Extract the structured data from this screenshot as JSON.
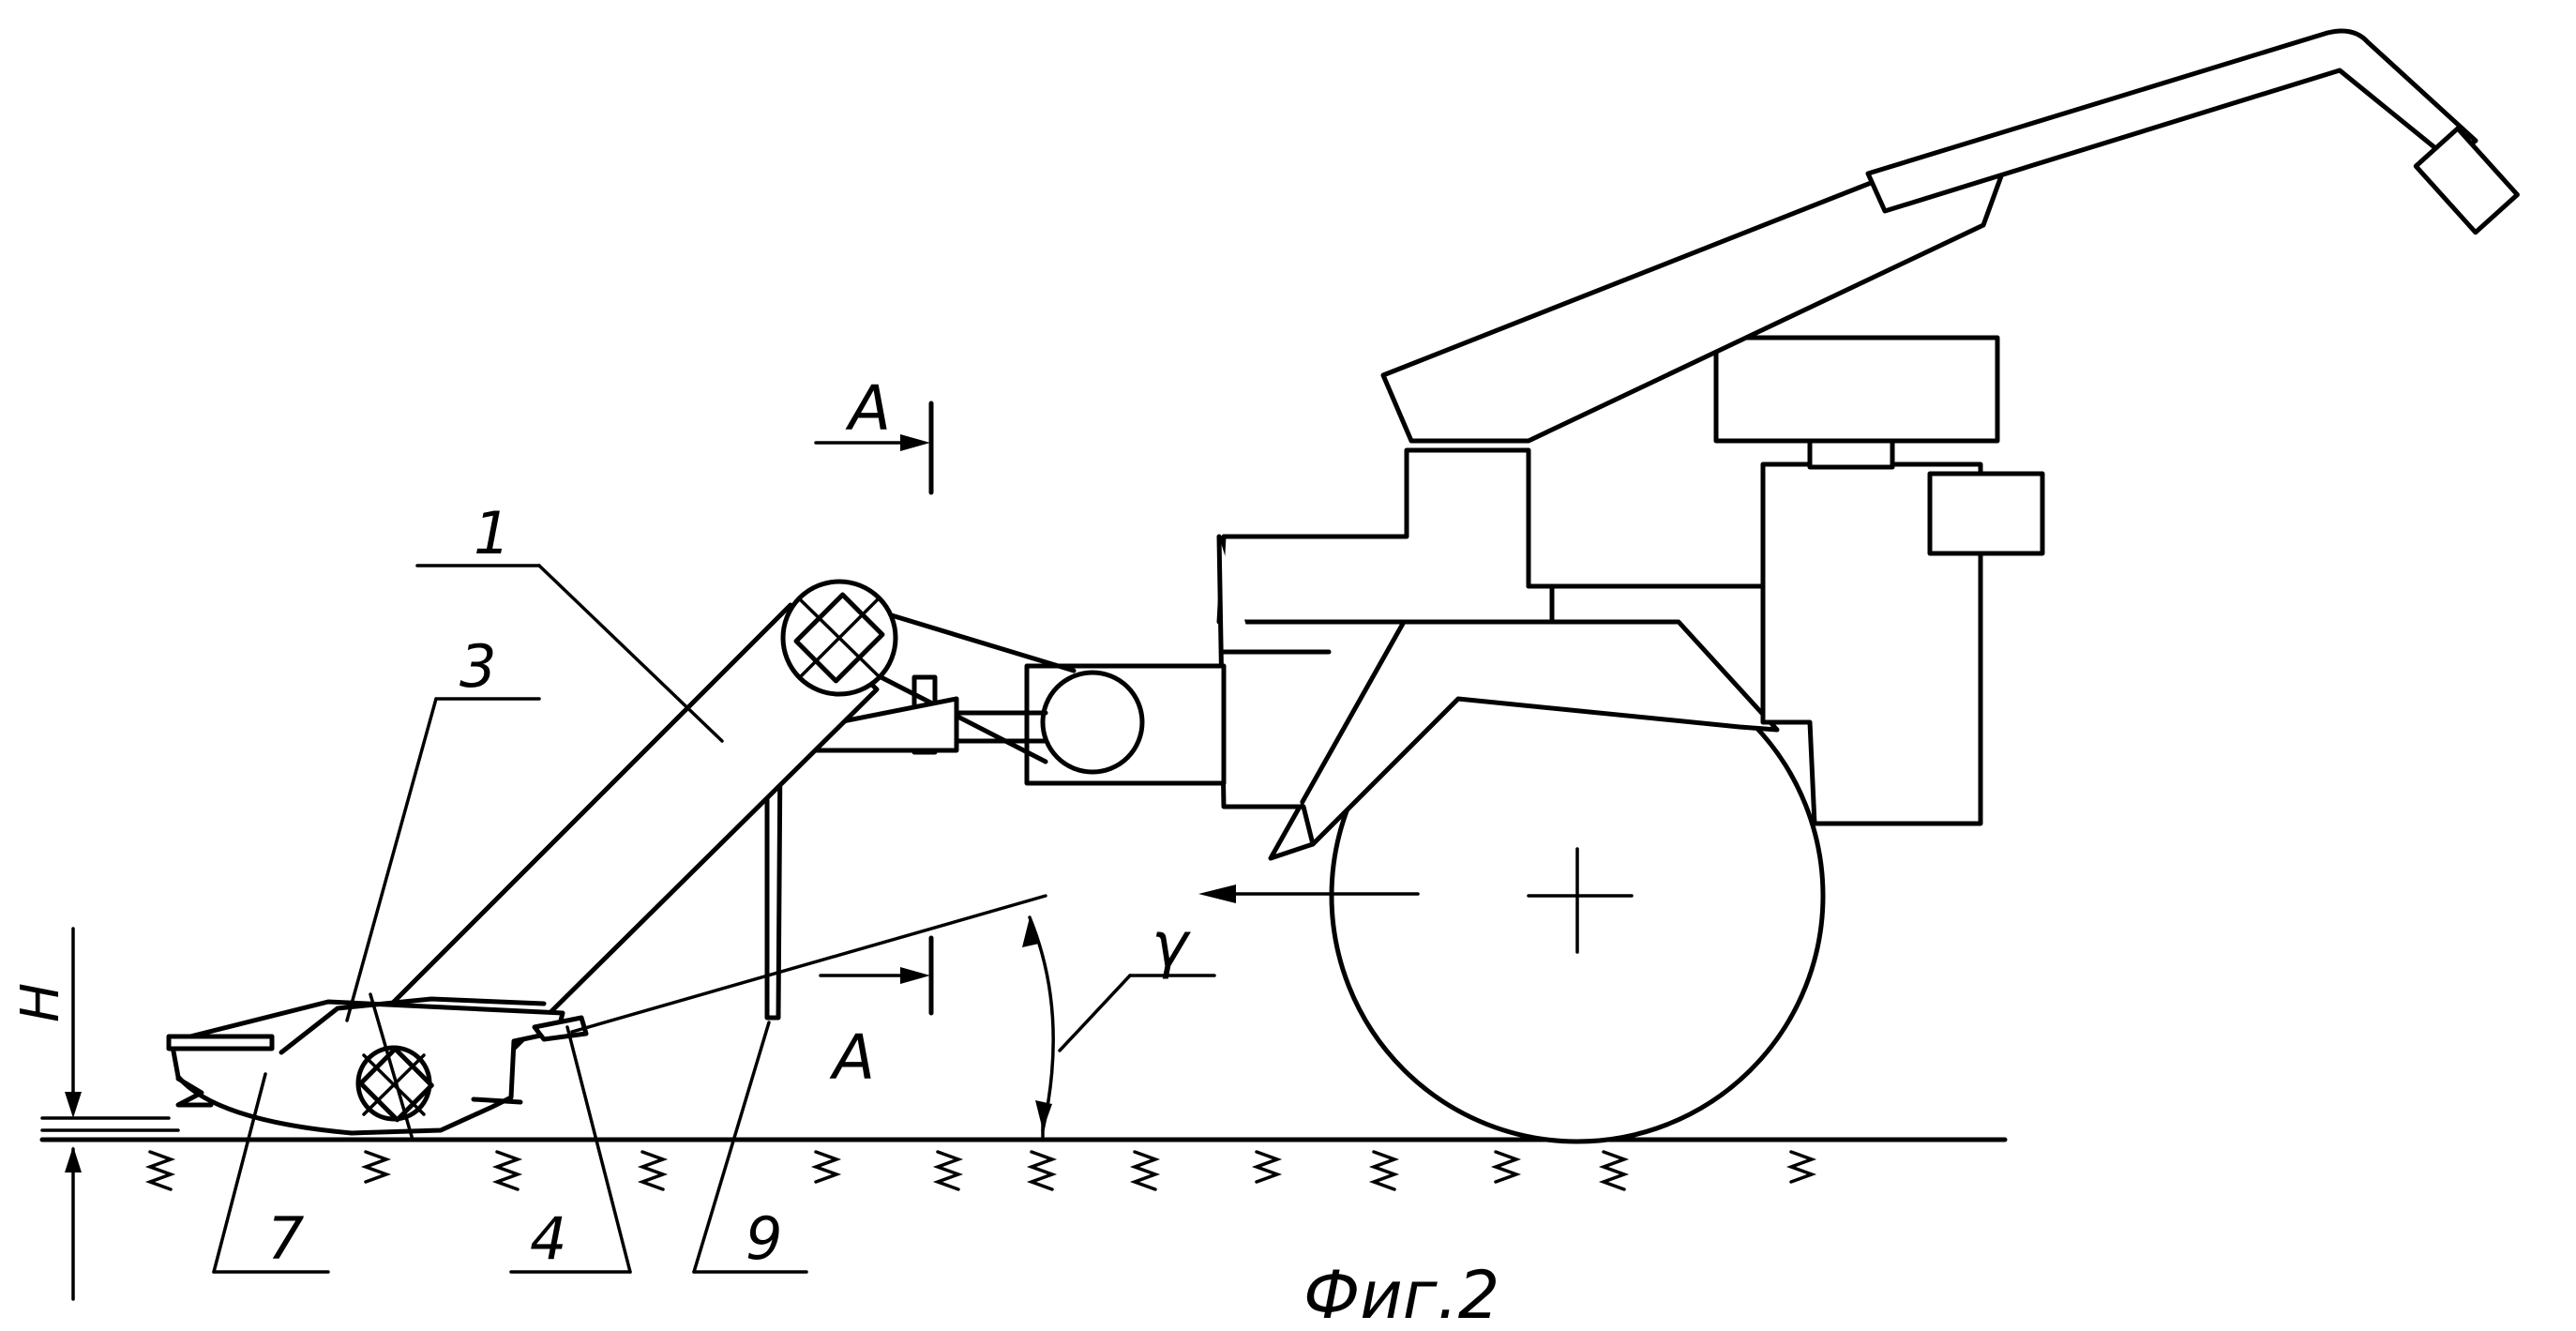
{
  "figure": {
    "caption": "Фиг.2",
    "section_mark": "A",
    "callouts": {
      "part_1": "1",
      "part_3": "3",
      "part_4": "4",
      "part_7": "7",
      "part_9": "9"
    },
    "dimension_h": "H",
    "angle_gamma": "γ"
  }
}
